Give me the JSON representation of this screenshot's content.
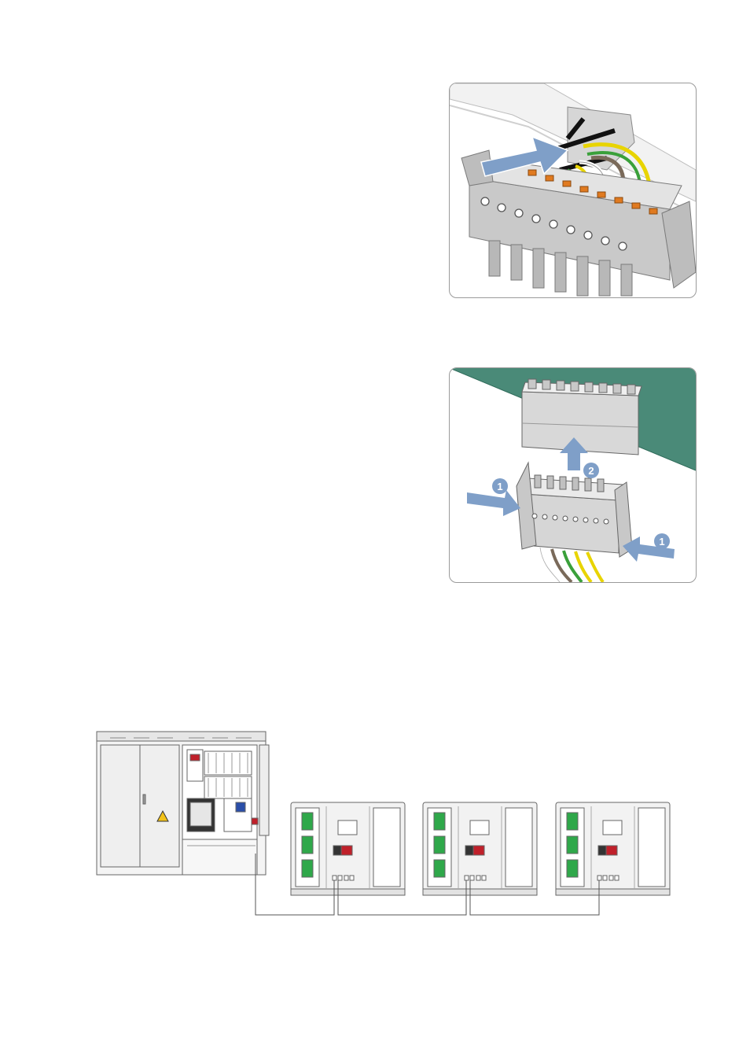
{
  "figures": {
    "plug_insert": {
      "caption": ""
    },
    "plug_remove": {
      "step_labels": [
        "1",
        "2",
        "1"
      ]
    },
    "wiring_overview": {
      "cabinet_count": 1,
      "string_box_count": 3
    }
  },
  "colors": {
    "arrow": "#7f9fc8",
    "board_green": "#4a8a78",
    "wire_yellow": "#e8d400",
    "wire_green": "#3aa03a",
    "wire_brown": "#7a6a5a",
    "terminal_orange": "#e07a20",
    "fuse_green": "#2fa84a",
    "disconnect_red": "#c0202a",
    "warning_yellow": "#f2c21a"
  },
  "icons": [
    "arrow-icon",
    "step-badge-icon",
    "warning-triangle-icon"
  ]
}
